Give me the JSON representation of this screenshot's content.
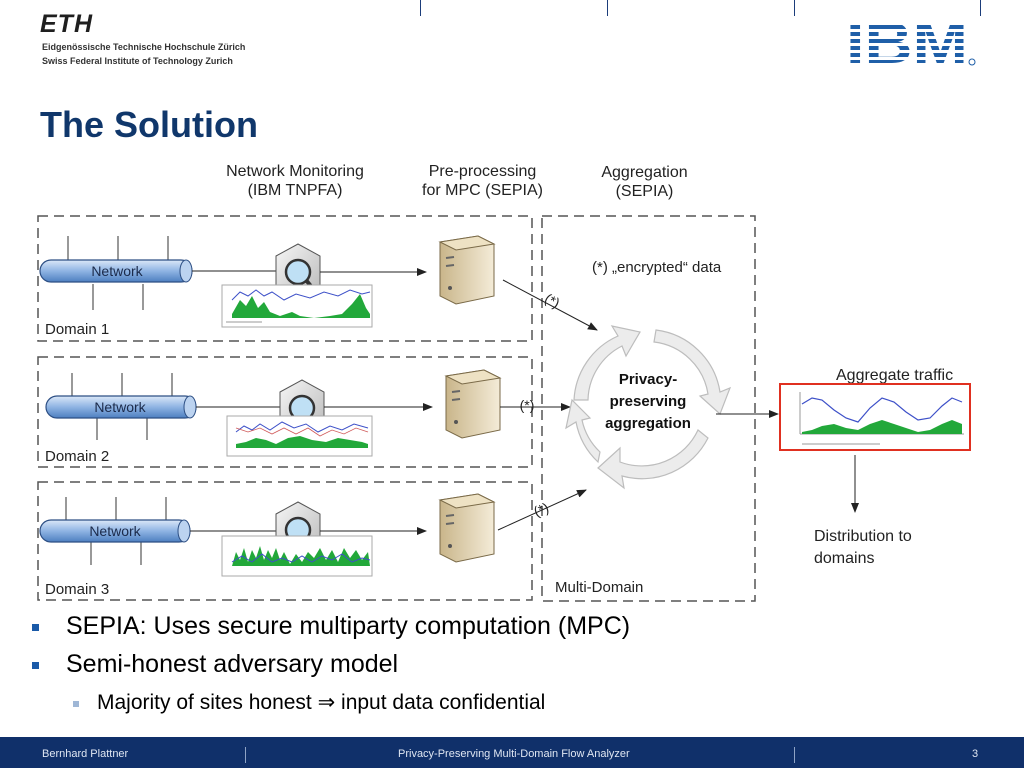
{
  "header": {
    "eth_logo": "ETH",
    "eth_line1": "Eidgenössische Technische Hochschule Zürich",
    "eth_line2": "Swiss Federal Institute of Technology Zurich",
    "ibm_logo": "IBM"
  },
  "slide": {
    "title": "The Solution"
  },
  "diagram": {
    "col1_line1": "Network Monitoring",
    "col1_line2": "(IBM TNPFA)",
    "col2_line1": "Pre-processing",
    "col2_line2": "for MPC (SEPIA)",
    "col3_line1": "Aggregation",
    "col3_line2": "(SEPIA)",
    "network_label": "Network",
    "domain1": "Domain 1",
    "domain2": "Domain 2",
    "domain3": "Domain 3",
    "star": "(*)",
    "encrypted_note": "(*) „encrypted“ data",
    "aggregation_line1": "Privacy-",
    "aggregation_line2": "preserving",
    "aggregation_line3": "aggregation",
    "aggregate_traffic": "Aggregate traffic",
    "distribution_line1": "Distribution to",
    "distribution_line2": "domains",
    "multi_domain": "Multi-Domain"
  },
  "bullets": [
    "SEPIA: Uses secure multiparty computation (MPC)",
    "Semi-honest adversary model"
  ],
  "sub_bullets": [
    "Majority of sites honest ⇒ input data confidential"
  ],
  "footer": {
    "author": "Bernhard Plattner",
    "title": "Privacy-Preserving Multi-Domain Flow Analyzer",
    "page": "3"
  },
  "colors": {
    "title_blue": "#10376b",
    "footer_bg": "#10306a",
    "bullet_blue": "#1a5aa8",
    "network_pipe": "#8fb4e3",
    "traffic_green": "#22a83a",
    "highlight_red": "#e03020"
  }
}
